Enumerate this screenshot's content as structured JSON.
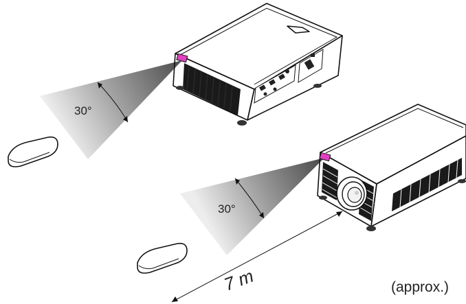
{
  "diagram": {
    "angle_top": "30°",
    "angle_bottom": "30°",
    "distance": "7 m",
    "approx_note": "(approx.)"
  },
  "colors": {
    "ir_sensor": "#e040c0",
    "beam_dark": "#555555",
    "beam_light": "#e6e6e6",
    "outline": "#111111"
  },
  "icons": [
    "projector-icon",
    "remote-control-icon",
    "ir-sensor-icon"
  ]
}
